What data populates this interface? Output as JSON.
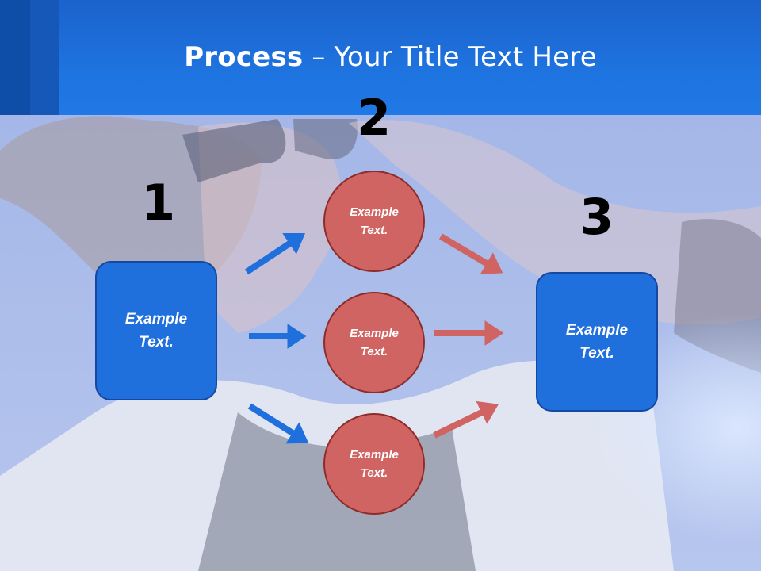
{
  "title": {
    "bold": "Process",
    "rest": " – Your Title Text Here"
  },
  "steps": [
    {
      "number": "1",
      "text": "Example\nText."
    },
    {
      "number": "2",
      "circles": [
        "Example\nText.",
        "Example\nText.",
        "Example\nText."
      ]
    },
    {
      "number": "3",
      "text": "Example\nText."
    }
  ],
  "colors": {
    "header": "#1e73df",
    "box_fill": "#1f6fdd",
    "circle_fill": "#cf6462",
    "arrow_blue": "#1f6fdd",
    "arrow_red": "#cf6462"
  }
}
